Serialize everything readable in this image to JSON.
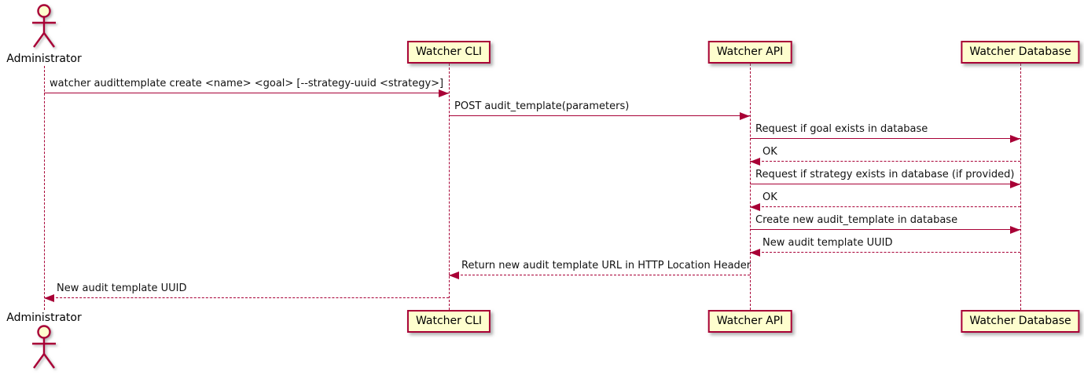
{
  "diagram_type": "sequence-diagram",
  "colors": {
    "participant_fill": "#FEFECE",
    "line": "#A80036",
    "text": "#000000"
  },
  "participants": [
    {
      "id": "admin",
      "label": "Administrator",
      "kind": "actor"
    },
    {
      "id": "cli",
      "label": "Watcher CLI",
      "kind": "participant"
    },
    {
      "id": "api",
      "label": "Watcher API",
      "kind": "participant"
    },
    {
      "id": "db",
      "label": "Watcher Database",
      "kind": "participant"
    }
  ],
  "messages": [
    {
      "from": "admin",
      "to": "cli",
      "line": "solid",
      "text": "watcher audittemplate create <name> <goal> [--strategy-uuid <strategy>]"
    },
    {
      "from": "cli",
      "to": "api",
      "line": "solid",
      "text": "POST audit_template(parameters)"
    },
    {
      "from": "api",
      "to": "db",
      "line": "solid",
      "text": "Request if goal exists in database"
    },
    {
      "from": "db",
      "to": "api",
      "line": "dashed",
      "text": "OK"
    },
    {
      "from": "api",
      "to": "db",
      "line": "solid",
      "text": "Request if strategy exists in database (if provided)"
    },
    {
      "from": "db",
      "to": "api",
      "line": "dashed",
      "text": "OK"
    },
    {
      "from": "api",
      "to": "db",
      "line": "solid",
      "text": "Create new audit_template in database"
    },
    {
      "from": "db",
      "to": "api",
      "line": "dashed",
      "text": "New audit template UUID"
    },
    {
      "from": "api",
      "to": "cli",
      "line": "dashed",
      "text": "Return new audit template URL in HTTP Location Header"
    },
    {
      "from": "cli",
      "to": "admin",
      "line": "dashed",
      "text": "New audit template UUID"
    }
  ]
}
